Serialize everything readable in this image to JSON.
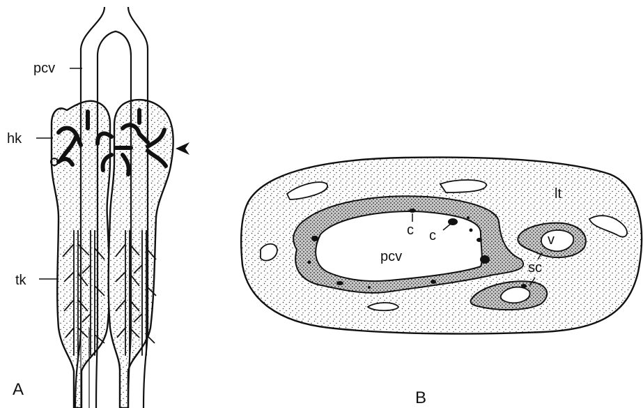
{
  "figure": {
    "panel_a": {
      "label": "A",
      "annotations": {
        "pcv": "pcv",
        "hk": "hk",
        "tk": "tk"
      }
    },
    "panel_b": {
      "label": "B",
      "annotations": {
        "lt": "lt",
        "c1": "c",
        "c2": "c",
        "pcv": "pcv",
        "v": "v",
        "sc": "sc"
      }
    }
  }
}
